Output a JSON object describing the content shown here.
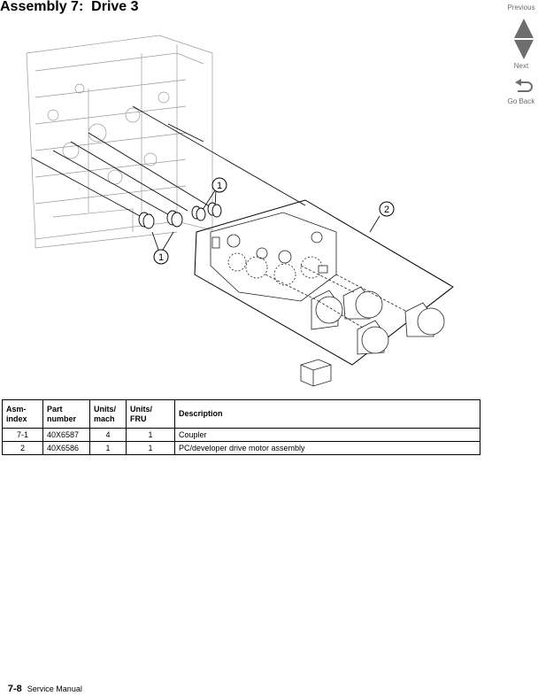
{
  "title": "Assembly 7:  Drive 3",
  "nav": {
    "previous_label": "Previous",
    "next_label": "Next",
    "back_label": "Go Back"
  },
  "callouts": [
    "1",
    "2",
    "1"
  ],
  "table": {
    "headers": [
      {
        "line1": "Asm-",
        "line2": "index"
      },
      {
        "line1": "Part",
        "line2": "number"
      },
      {
        "line1": "Units/",
        "line2": "mach"
      },
      {
        "line1": "Units/",
        "line2": "FRU"
      },
      {
        "line1": "Description",
        "line2": ""
      }
    ],
    "rows": [
      {
        "index": "7-1",
        "part": "40X6587",
        "units_mach": "4",
        "units_fru": "1",
        "description": "Coupler"
      },
      {
        "index": "2",
        "part": "40X6586",
        "units_mach": "1",
        "units_fru": "1",
        "description": "PC/developer drive motor  assembly"
      }
    ]
  },
  "footer": {
    "page": "7-8",
    "text": "Service Manual"
  }
}
